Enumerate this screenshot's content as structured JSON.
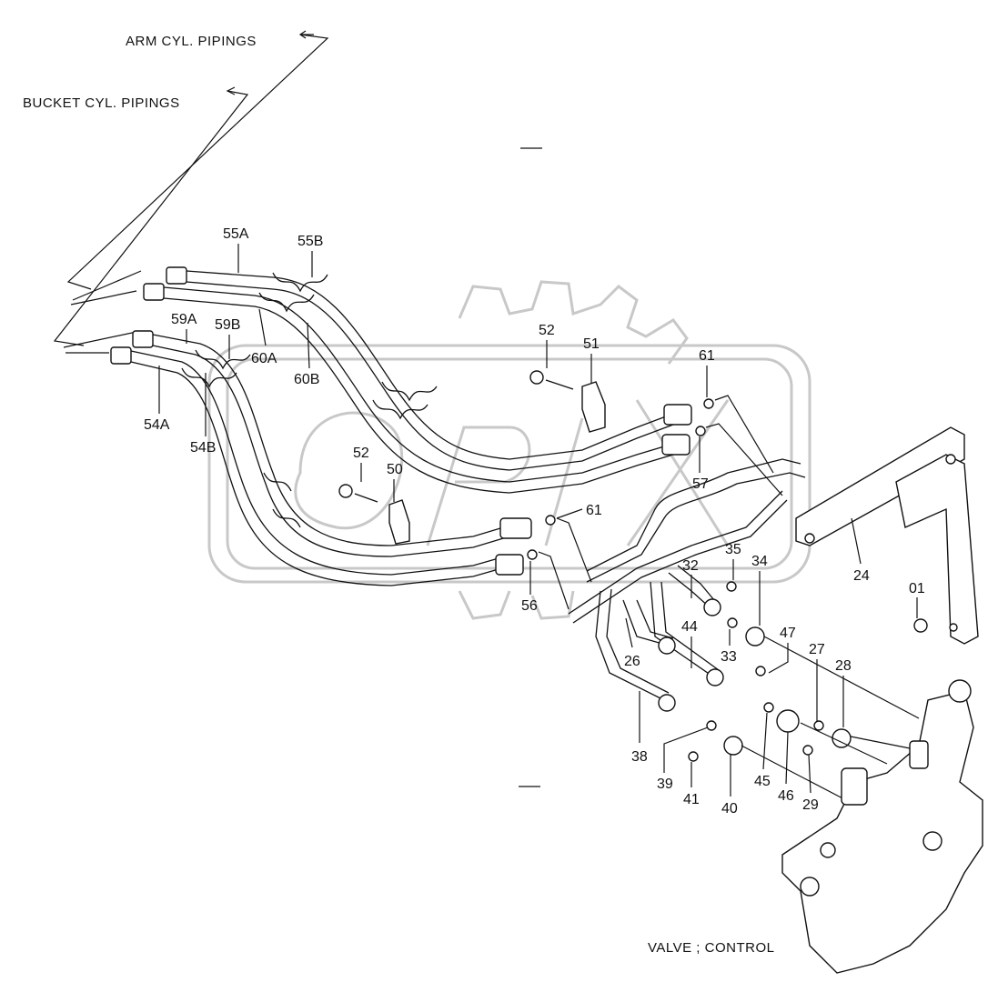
{
  "captions": {
    "arm_cyl": "ARM CYL. PIPINGS",
    "bucket_cyl": "BUCKET CYL. PIPINGS",
    "valve": "VALVE ; CONTROL"
  },
  "labels": {
    "p55a": "55A",
    "p55b": "55B",
    "p59a": "59A",
    "p59b": "59B",
    "p60a": "60A",
    "p60b": "60B",
    "p54a": "54A",
    "p54b": "54B",
    "p52a": "52",
    "p51": "51",
    "p61a": "61",
    "p52b": "52",
    "p50": "50",
    "p57": "57",
    "p61b": "61",
    "p56": "56",
    "p35": "35",
    "p34": "34",
    "p32": "32",
    "p24": "24",
    "p01": "01",
    "p44": "44",
    "p33": "33",
    "p47": "47",
    "p26": "26",
    "p27": "27",
    "p28": "28",
    "p38": "38",
    "p39": "39",
    "p41": "41",
    "p40": "40",
    "p45": "45",
    "p46": "46",
    "p29": "29"
  }
}
